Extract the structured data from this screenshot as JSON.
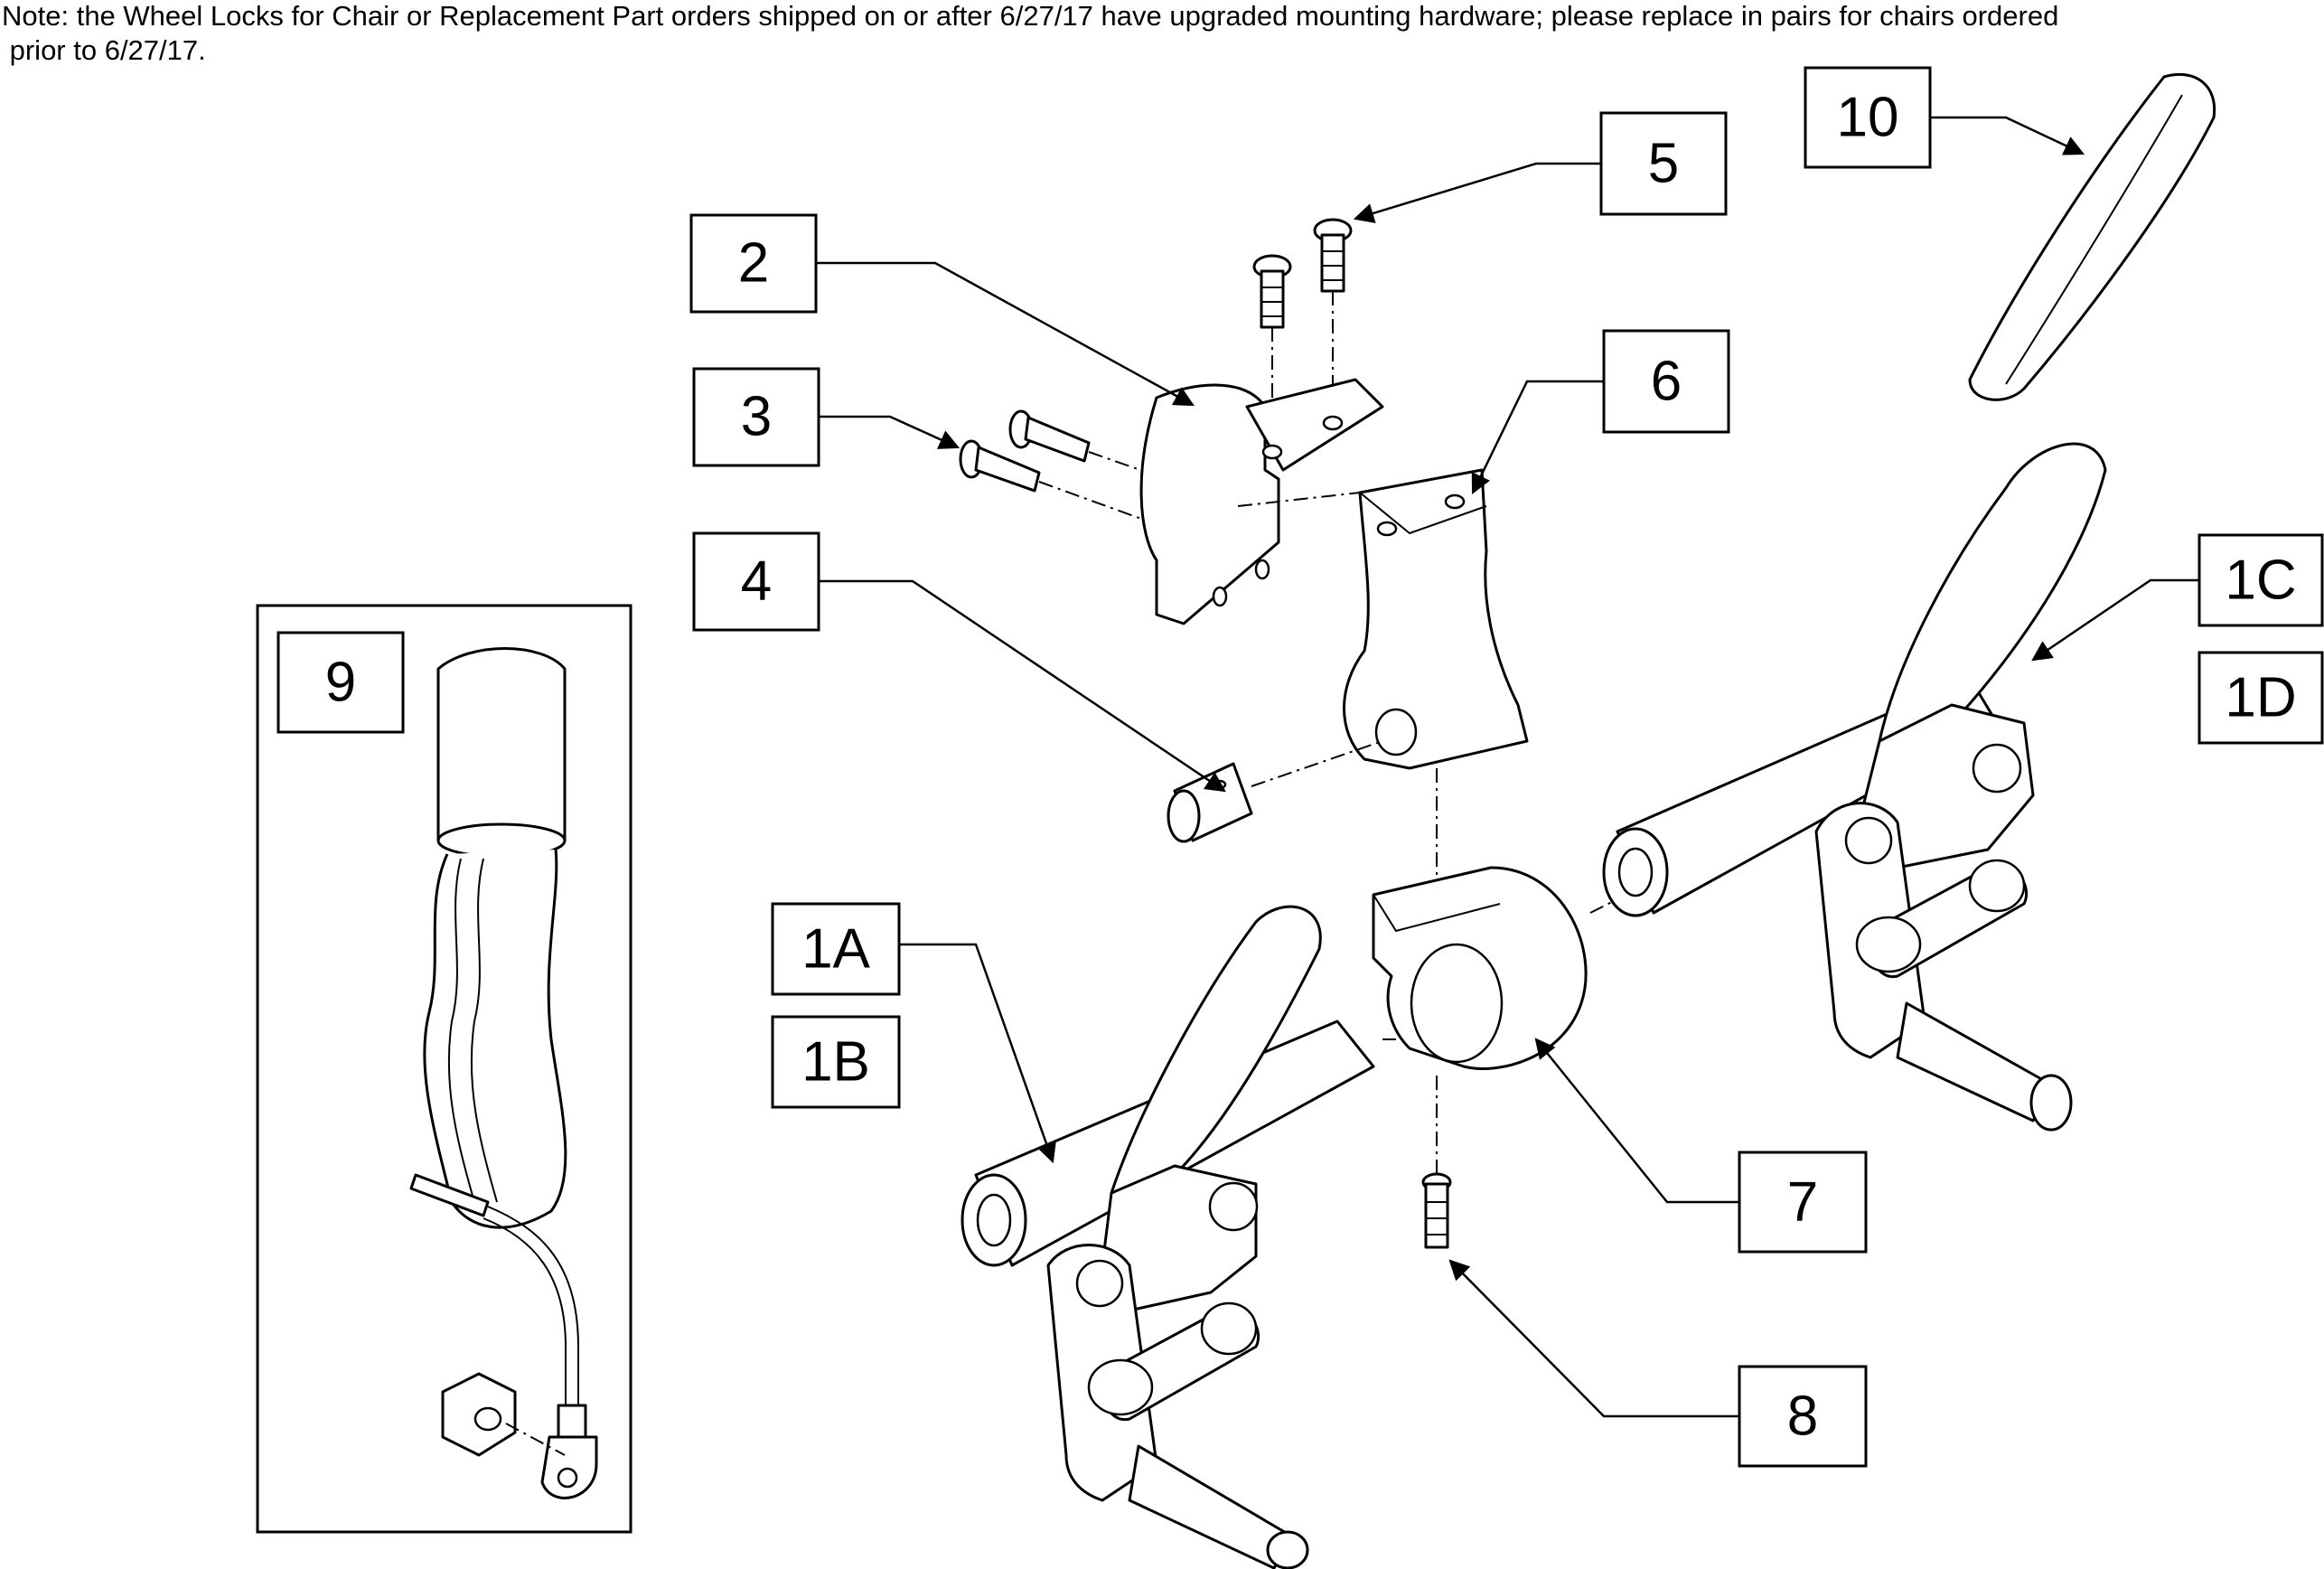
{
  "note": {
    "line1": "Note: the Wheel Locks for Chair or Replacement Part orders shipped on or after 6/27/17 have upgraded mounting hardware; please replace in pairs for chairs ordered",
    "line2": " prior to 6/27/17."
  },
  "callouts": {
    "c1a": "1A",
    "c1b": "1B",
    "c1c": "1C",
    "c1d": "1D",
    "c2": "2",
    "c3": "3",
    "c4": "4",
    "c5": "5",
    "c6": "6",
    "c7": "7",
    "c8": "8",
    "c9": "9",
    "c10": "10"
  },
  "colors": {
    "line": "#000000",
    "background": "#ffffff"
  }
}
